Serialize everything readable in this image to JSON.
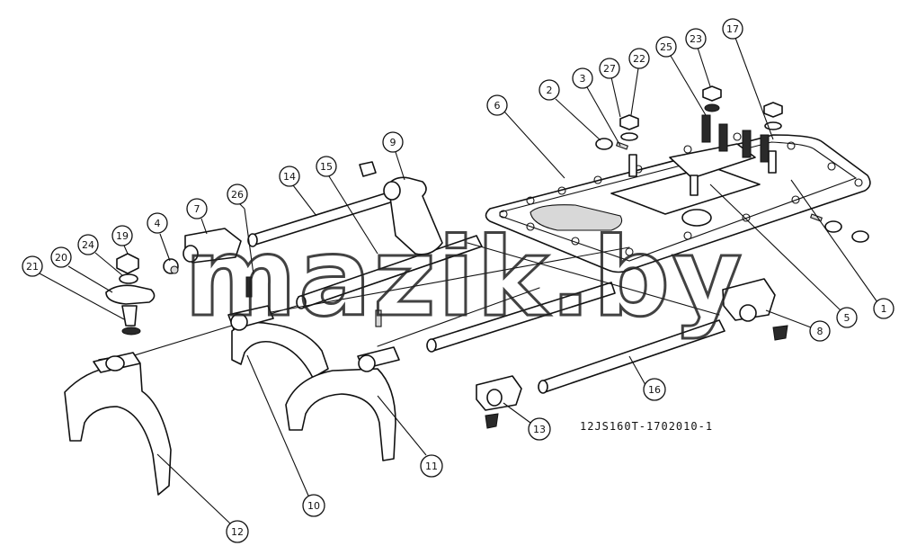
{
  "drawing": {
    "code": "12JS160T-1702010-1",
    "watermark": "mazik.by"
  },
  "callouts": [
    {
      "id": "c1",
      "label": "1"
    },
    {
      "id": "c2",
      "label": "2"
    },
    {
      "id": "c3",
      "label": "3"
    },
    {
      "id": "c4",
      "label": "4"
    },
    {
      "id": "c5",
      "label": "5"
    },
    {
      "id": "c6",
      "label": "6"
    },
    {
      "id": "c7",
      "label": "7"
    },
    {
      "id": "c8",
      "label": "8"
    },
    {
      "id": "c9",
      "label": "9"
    },
    {
      "id": "c10",
      "label": "10"
    },
    {
      "id": "c11",
      "label": "11"
    },
    {
      "id": "c12",
      "label": "12"
    },
    {
      "id": "c13",
      "label": "13"
    },
    {
      "id": "c14",
      "label": "14"
    },
    {
      "id": "c15",
      "label": "15"
    },
    {
      "id": "c16",
      "label": "16"
    },
    {
      "id": "c17",
      "label": "17"
    },
    {
      "id": "c19",
      "label": "19"
    },
    {
      "id": "c20",
      "label": "20"
    },
    {
      "id": "c21",
      "label": "21"
    },
    {
      "id": "c22",
      "label": "22"
    },
    {
      "id": "c23",
      "label": "23"
    },
    {
      "id": "c24",
      "label": "24"
    },
    {
      "id": "c25",
      "label": "25"
    },
    {
      "id": "c26",
      "label": "26"
    },
    {
      "id": "c27",
      "label": "27"
    }
  ]
}
